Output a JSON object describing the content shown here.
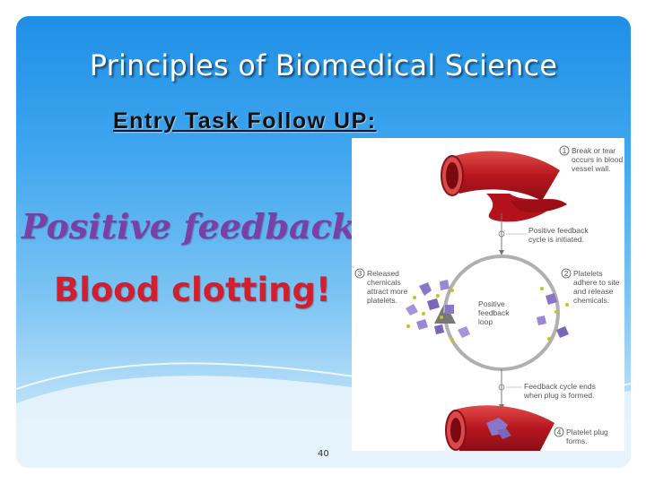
{
  "slide": {
    "title": "Principles of Biomedical Science",
    "subtitle": "Entry Task Follow UP:",
    "heading": "Positive feedback:",
    "subheading": "Blood clotting!",
    "page_number": "40"
  },
  "diagram": {
    "step1_num": "1",
    "step1_lines": [
      "Break or tear",
      "occurs in blood",
      "vessel wall."
    ],
    "positive_cycle_lines": [
      "Positive feedback",
      "cycle is initiated."
    ],
    "step2_num": "2",
    "step2_lines": [
      "Platelets",
      "adhere to site",
      "and release",
      "chemicals."
    ],
    "step3_num": "3",
    "step3_lines": [
      "Released",
      "chemicals",
      "attract more",
      "platelets."
    ],
    "center_lines": [
      "Positive",
      "feedback",
      "loop"
    ],
    "end_cycle_lines": [
      "Feedback cycle ends",
      "when plug is formed."
    ],
    "step4_num": "4",
    "step4_lines": [
      "Platelet plug",
      "forms."
    ]
  },
  "colors": {
    "title_text": "#ffffff",
    "subtitle_text": "#111111",
    "heading_purple": "#7b3fa8",
    "subheading_red": "#d11f2f",
    "vessel_red": "#c8202a",
    "platelet_purple": "#8a76c8"
  }
}
